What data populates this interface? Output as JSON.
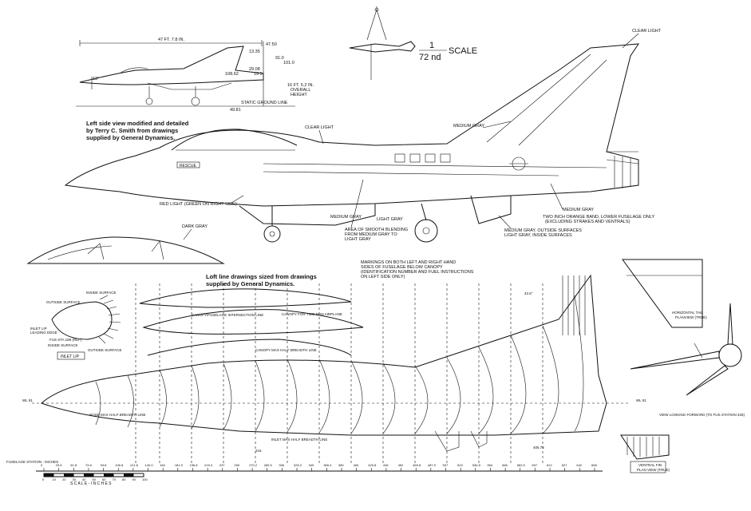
{
  "scale": {
    "numerator": "1",
    "denominator": "72 nd",
    "label": "SCALE"
  },
  "credits": {
    "side_view": [
      "Left side view modified and detailed",
      "by Terry C. Smith from drawings",
      "supplied by General Dynamics."
    ],
    "loft_lines": [
      "Loft line drawings sized from drawings",
      "supplied by General Dynamics."
    ]
  },
  "dimensions": {
    "overall_length": "47 FT. 7.8 IN.",
    "d1": "47.50",
    "d2": "13.35",
    "d3": "29.08",
    "d4": "91.0",
    "d5": "101.0",
    "d6": "108.62",
    "d7": "19.5",
    "angle": "13°",
    "overall_height": [
      "16 FT. 5.2 IN.",
      "OVERALL",
      "HEIGHT"
    ],
    "ground_line": "STATIC GROUND LINE",
    "d8": "49.81"
  },
  "callouts": {
    "clear_light_top": "CLEAR LIGHT",
    "medium_gray_tail": "MEDIUM GRAY",
    "clear_light_mid": "CLEAR LIGHT",
    "rescue": "RESCUE",
    "red_light": "RED LIGHT (GREEN ON RIGHT SIDE)",
    "medium_gray_lower": "MEDIUM GRAY",
    "light_gray": "LIGHT GRAY",
    "blending": [
      "AREA OF SMOOTH BLENDING",
      "FROM MEDIUM GRAY TO",
      "LIGHT GRAY"
    ],
    "medium_gray_rear": "MEDIUM GRAY",
    "orange_band": [
      "TWO INCH ORANGE BAND, LOWER FUSELAGE ONLY",
      "(EXCLUDING STRAKES AND VENTRALS)"
    ],
    "ventral": [
      "MEDIUM GRAY, OUTSIDE SURFACES",
      "LIGHT GRAY, INSIDE SURFACES"
    ],
    "dark_gray": "DARK GRAY",
    "markings_note": [
      "MARKINGS ON BOTH LEFT AND RIGHT HAND",
      "SIDES OF FUSELAGE BELOW CANOPY",
      "(IDENTIFICATION NUMBER AND FUEL INSTRUCTIONS",
      "ON LEFT SIDE ONLY)"
    ]
  },
  "loft": {
    "inside_surface_top": "INSIDE SURFACE",
    "outside_surface_top": "OUTSIDE SURFACE",
    "inlet_lip_leading_edge": [
      "INLET LIP",
      "LEADING EDGE"
    ],
    "fus_sta": "FUS STA 186 (REF)",
    "inside_surface_bot": "INSIDE SURFACE",
    "outside_surface_bot": "OUTSIDE SURFACE",
    "inlet_lip": "INLET LIP",
    "canopy_intersection": "CANOPY/FUSELAGE INTERSECTION LINE",
    "canopy_two_man": "CANOPY FOR TWO MAN AIRPLANE",
    "canopy_max_breadth": "CANOPY MAX HALF BREADTH LINE",
    "nose_max_breadth": "NOSE MAX HALF BREADTH LINE",
    "inlet_max_breadth": "INLET MAX HALF BREADTH LINE",
    "wl": "WL 91",
    "wl_right": "WL 91",
    "angle_label": "42.6°",
    "station_label": "405.75",
    "lower_label": "216",
    "h_tail": [
      "HORIZONTAL TAIL",
      "PLANVIEW (TRUE)"
    ],
    "view_forward": "VIEW LOOKING FORWARD (TO FUS STATION 425)",
    "ventral_fin": [
      "VENTRAL FIN",
      "PLAN VIEW (TRUE)"
    ],
    "fuselage_station_label": "FUSELAGE STATION - INCHES",
    "scale_label": "S C A L E - I N C H E S",
    "stations": [
      "0",
      "29.5",
      "51.8",
      "73.8",
      "93.8",
      "106.8",
      "121.8",
      "140.0",
      "160",
      "181.5",
      "196.8",
      "215.4",
      "237",
      "250",
      "270.2",
      "289.5",
      "306",
      "325.2",
      "349",
      "365.4",
      "380",
      "400",
      "420.8",
      "436",
      "452",
      "469.8",
      "487.5",
      "507",
      "522",
      "536.8",
      "554",
      "568",
      "582.5",
      "597",
      "612",
      "627",
      "642",
      "658"
    ],
    "scale_ticks": [
      "0",
      "10",
      "20",
      "30",
      "40",
      "50",
      "60",
      "70",
      "80",
      "90",
      "100"
    ]
  }
}
